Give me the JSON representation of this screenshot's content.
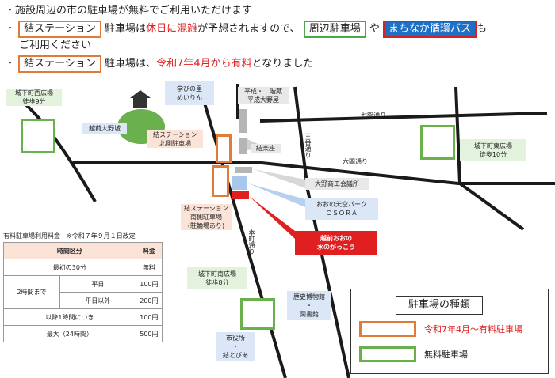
{
  "notices": {
    "line1": "・施設周辺の市の駐車場が無料でご利用いただけます",
    "line2_bullet": "・",
    "line2_box": "結ステーション",
    "line2_a": "駐車場は",
    "line2_red": "休日に混雑",
    "line2_b": "が予想されますので、",
    "line2_green": "周辺駐車場",
    "line2_c": "や",
    "line2_blue": "まちなか循環バス",
    "line2_d": "も",
    "line3": "ご利用ください",
    "line4_bullet": "・",
    "line4_box": "結ステーション",
    "line4_a": "駐車場は、",
    "line4_red": "令和7年4月から有料",
    "line4_b": "となりました"
  },
  "map": {
    "labels": {
      "west_plaza": [
        "城下町西広場",
        "徒歩9分"
      ],
      "manabi": [
        "学びの里",
        "めいりん"
      ],
      "heisei": [
        "平成・二階蔵",
        "平成大野屋"
      ],
      "shichiken": "七間通り",
      "ono_castle": "越前大野城",
      "yui_north": [
        "結ステーション",
        "北側駐車場"
      ],
      "yuirakuza": "結楽座",
      "sanban": "三番通り",
      "rokken": "六間通り",
      "east_plaza": [
        "城下町東広場",
        "徒歩10分"
      ],
      "shokokai": "大野商工会議所",
      "osora": [
        "おおの天空パーク",
        "ＯＳＯＲＡ"
      ],
      "yui_south": [
        "結ステーション",
        "南側駐車場",
        "(駐輪場あり)"
      ],
      "honmachi": "本町通り",
      "mizu": [
        "越前おおの",
        "水のがっこう"
      ],
      "south_plaza": [
        "城下町南広場",
        "徒歩8分"
      ],
      "museum": [
        "歴史博物館",
        "・",
        "図書館"
      ],
      "city_hall": [
        "市役所",
        "・",
        "結とぴあ"
      ]
    }
  },
  "fee_table": {
    "title": "有料駐車場利用料金　※令和７年９月１日改定",
    "headers": [
      "時間区分",
      "料金"
    ],
    "rows": [
      {
        "label": "最初の30分",
        "fee": "無料"
      },
      {
        "group": "2時間まで",
        "sub": "平日",
        "fee": "100円"
      },
      {
        "sub": "平日以外",
        "fee": "200円"
      },
      {
        "label": "以降1時間につき",
        "fee": "100円"
      },
      {
        "label": "最大（24時間）",
        "fee": "500円"
      }
    ]
  },
  "legend": {
    "title": "駐車場の種類",
    "paid_label": "令和7年4月～有料駐車場",
    "free_label": "無料駐車場"
  },
  "colors": {
    "paid_orange": "#e07b39",
    "free_green": "#6ab04c",
    "bus_blue": "#1f6fc5",
    "accent_red": "#e02020"
  }
}
